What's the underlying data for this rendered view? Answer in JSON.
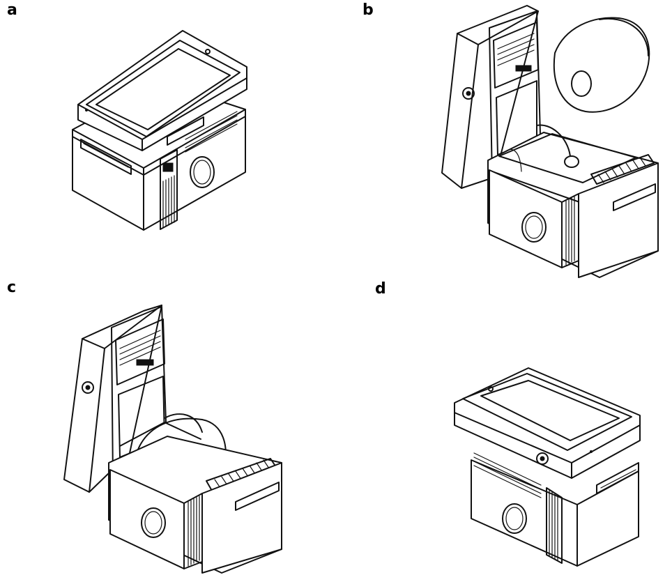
{
  "panels": {
    "a": {
      "label": "a"
    },
    "b": {
      "label": "b"
    },
    "c": {
      "label": "c"
    },
    "d": {
      "label": "d"
    }
  },
  "colors": {
    "line": "#111111",
    "background": "#ffffff"
  }
}
